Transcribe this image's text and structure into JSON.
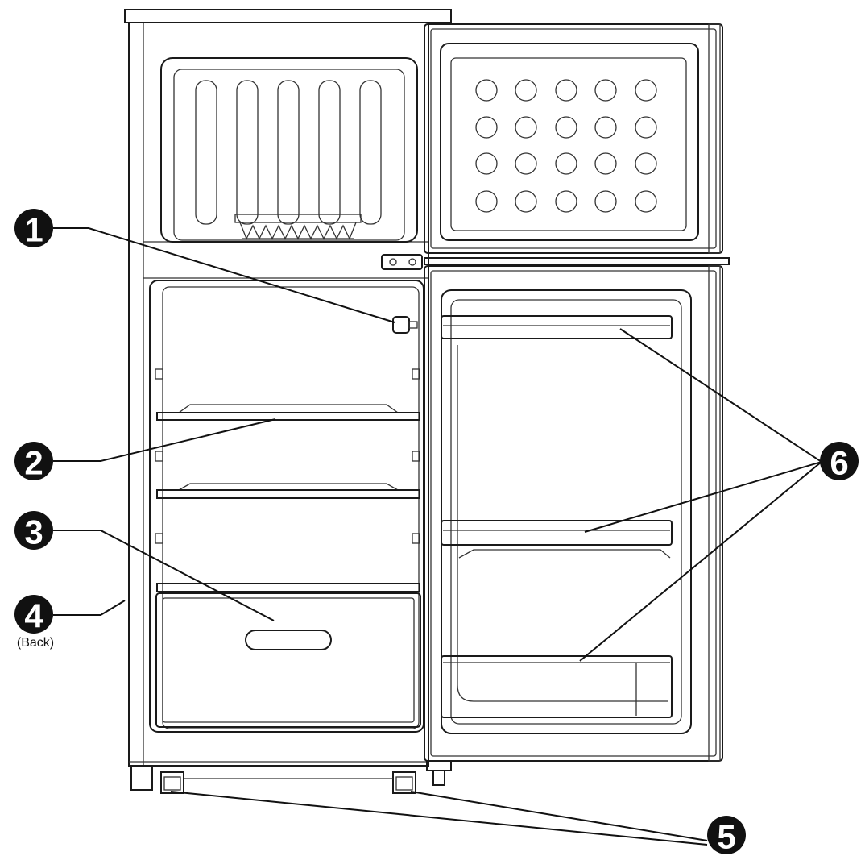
{
  "callouts": [
    {
      "id": "1",
      "label": "1"
    },
    {
      "id": "2",
      "label": "2"
    },
    {
      "id": "3",
      "label": "3"
    },
    {
      "id": "4",
      "label": "4",
      "note": "(Back)"
    },
    {
      "id": "5",
      "label": "5"
    },
    {
      "id": "6",
      "label": "6"
    }
  ]
}
